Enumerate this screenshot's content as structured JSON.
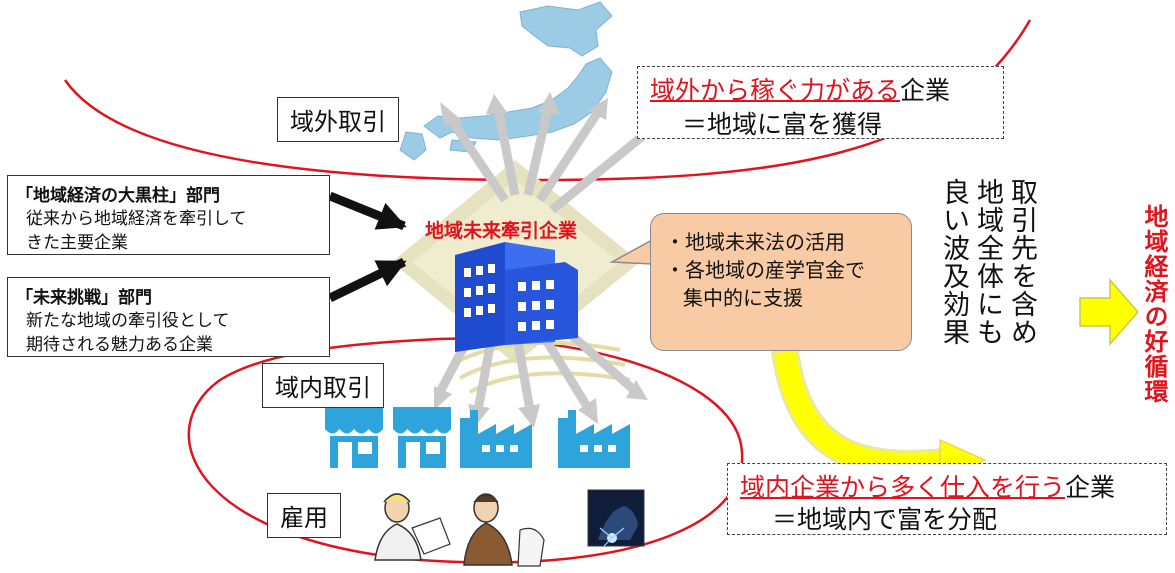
{
  "top_box": {
    "highlight": "域外から稼ぐ力がある",
    "suffix": "企業",
    "line2": "＝地域に富を獲得"
  },
  "bottom_box": {
    "highlight": "域内企業から多く仕入を行う",
    "suffix": "企業",
    "line2": "＝地域内で富を分配"
  },
  "labels": {
    "outside_trade": "域外取引",
    "inside_trade": "域内取引",
    "employment": "雇用"
  },
  "center_title": "地域未来牽引企業",
  "segments": [
    {
      "title": "「地域経済の大黒柱」部門",
      "desc_lines": [
        "従来から地域経済を牽引して",
        "きた主要企業"
      ]
    },
    {
      "title": "「未来挑戦」部門",
      "desc_lines": [
        "新たな地域の牽引役として",
        "期待される魅力ある企業"
      ]
    }
  ],
  "support_bubble": {
    "lines": [
      "・地域未来法の活用",
      "・各地域の産学官金で",
      "集中的に支援"
    ]
  },
  "ripple_columns": [
    "取引先を含め",
    "地域全体にも",
    "良い波及効果"
  ],
  "result": "地域経済の好循環",
  "colors": {
    "red": "#e0141e",
    "store_blue": "#2fa4dc",
    "arrow_yellow": "#ffff00",
    "bubble_fill": "#f8cba4",
    "japan_blue": "#9ccbe6"
  },
  "icons": [
    "japan-map-icon",
    "office-building-icon",
    "storefront-icon",
    "factory-icon",
    "worker-icon",
    "welder-icon"
  ]
}
